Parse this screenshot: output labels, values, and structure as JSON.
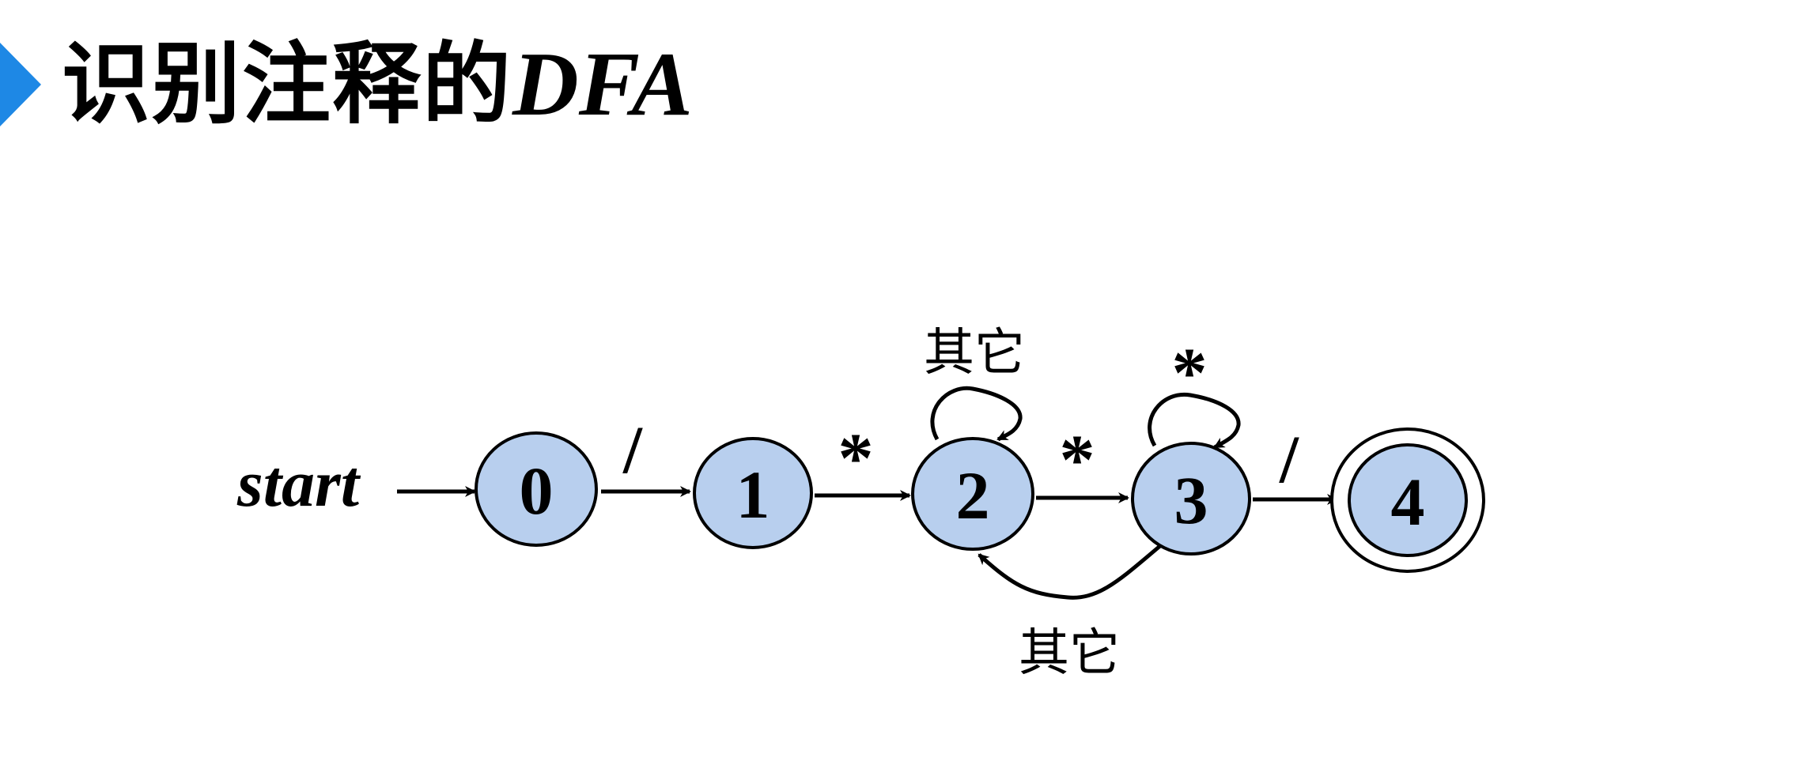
{
  "title": {
    "cn": "识别注释的",
    "latin": "DFA",
    "arrow_color": "#1e88e5"
  },
  "diagram": {
    "start_label": "start",
    "state_fill": "#b8cfee",
    "states": [
      {
        "id": "0",
        "label": "0",
        "accepting": false
      },
      {
        "id": "1",
        "label": "1",
        "accepting": false
      },
      {
        "id": "2",
        "label": "2",
        "accepting": false
      },
      {
        "id": "3",
        "label": "3",
        "accepting": false
      },
      {
        "id": "4",
        "label": "4",
        "accepting": true
      }
    ],
    "transitions": [
      {
        "from": "0",
        "to": "1",
        "label": "/"
      },
      {
        "from": "1",
        "to": "2",
        "label": "*"
      },
      {
        "from": "2",
        "to": "2",
        "label": "其它"
      },
      {
        "from": "2",
        "to": "3",
        "label": "*"
      },
      {
        "from": "3",
        "to": "3",
        "label": "*"
      },
      {
        "from": "3",
        "to": "4",
        "label": "/"
      },
      {
        "from": "3",
        "to": "2",
        "label": "其它"
      }
    ]
  }
}
